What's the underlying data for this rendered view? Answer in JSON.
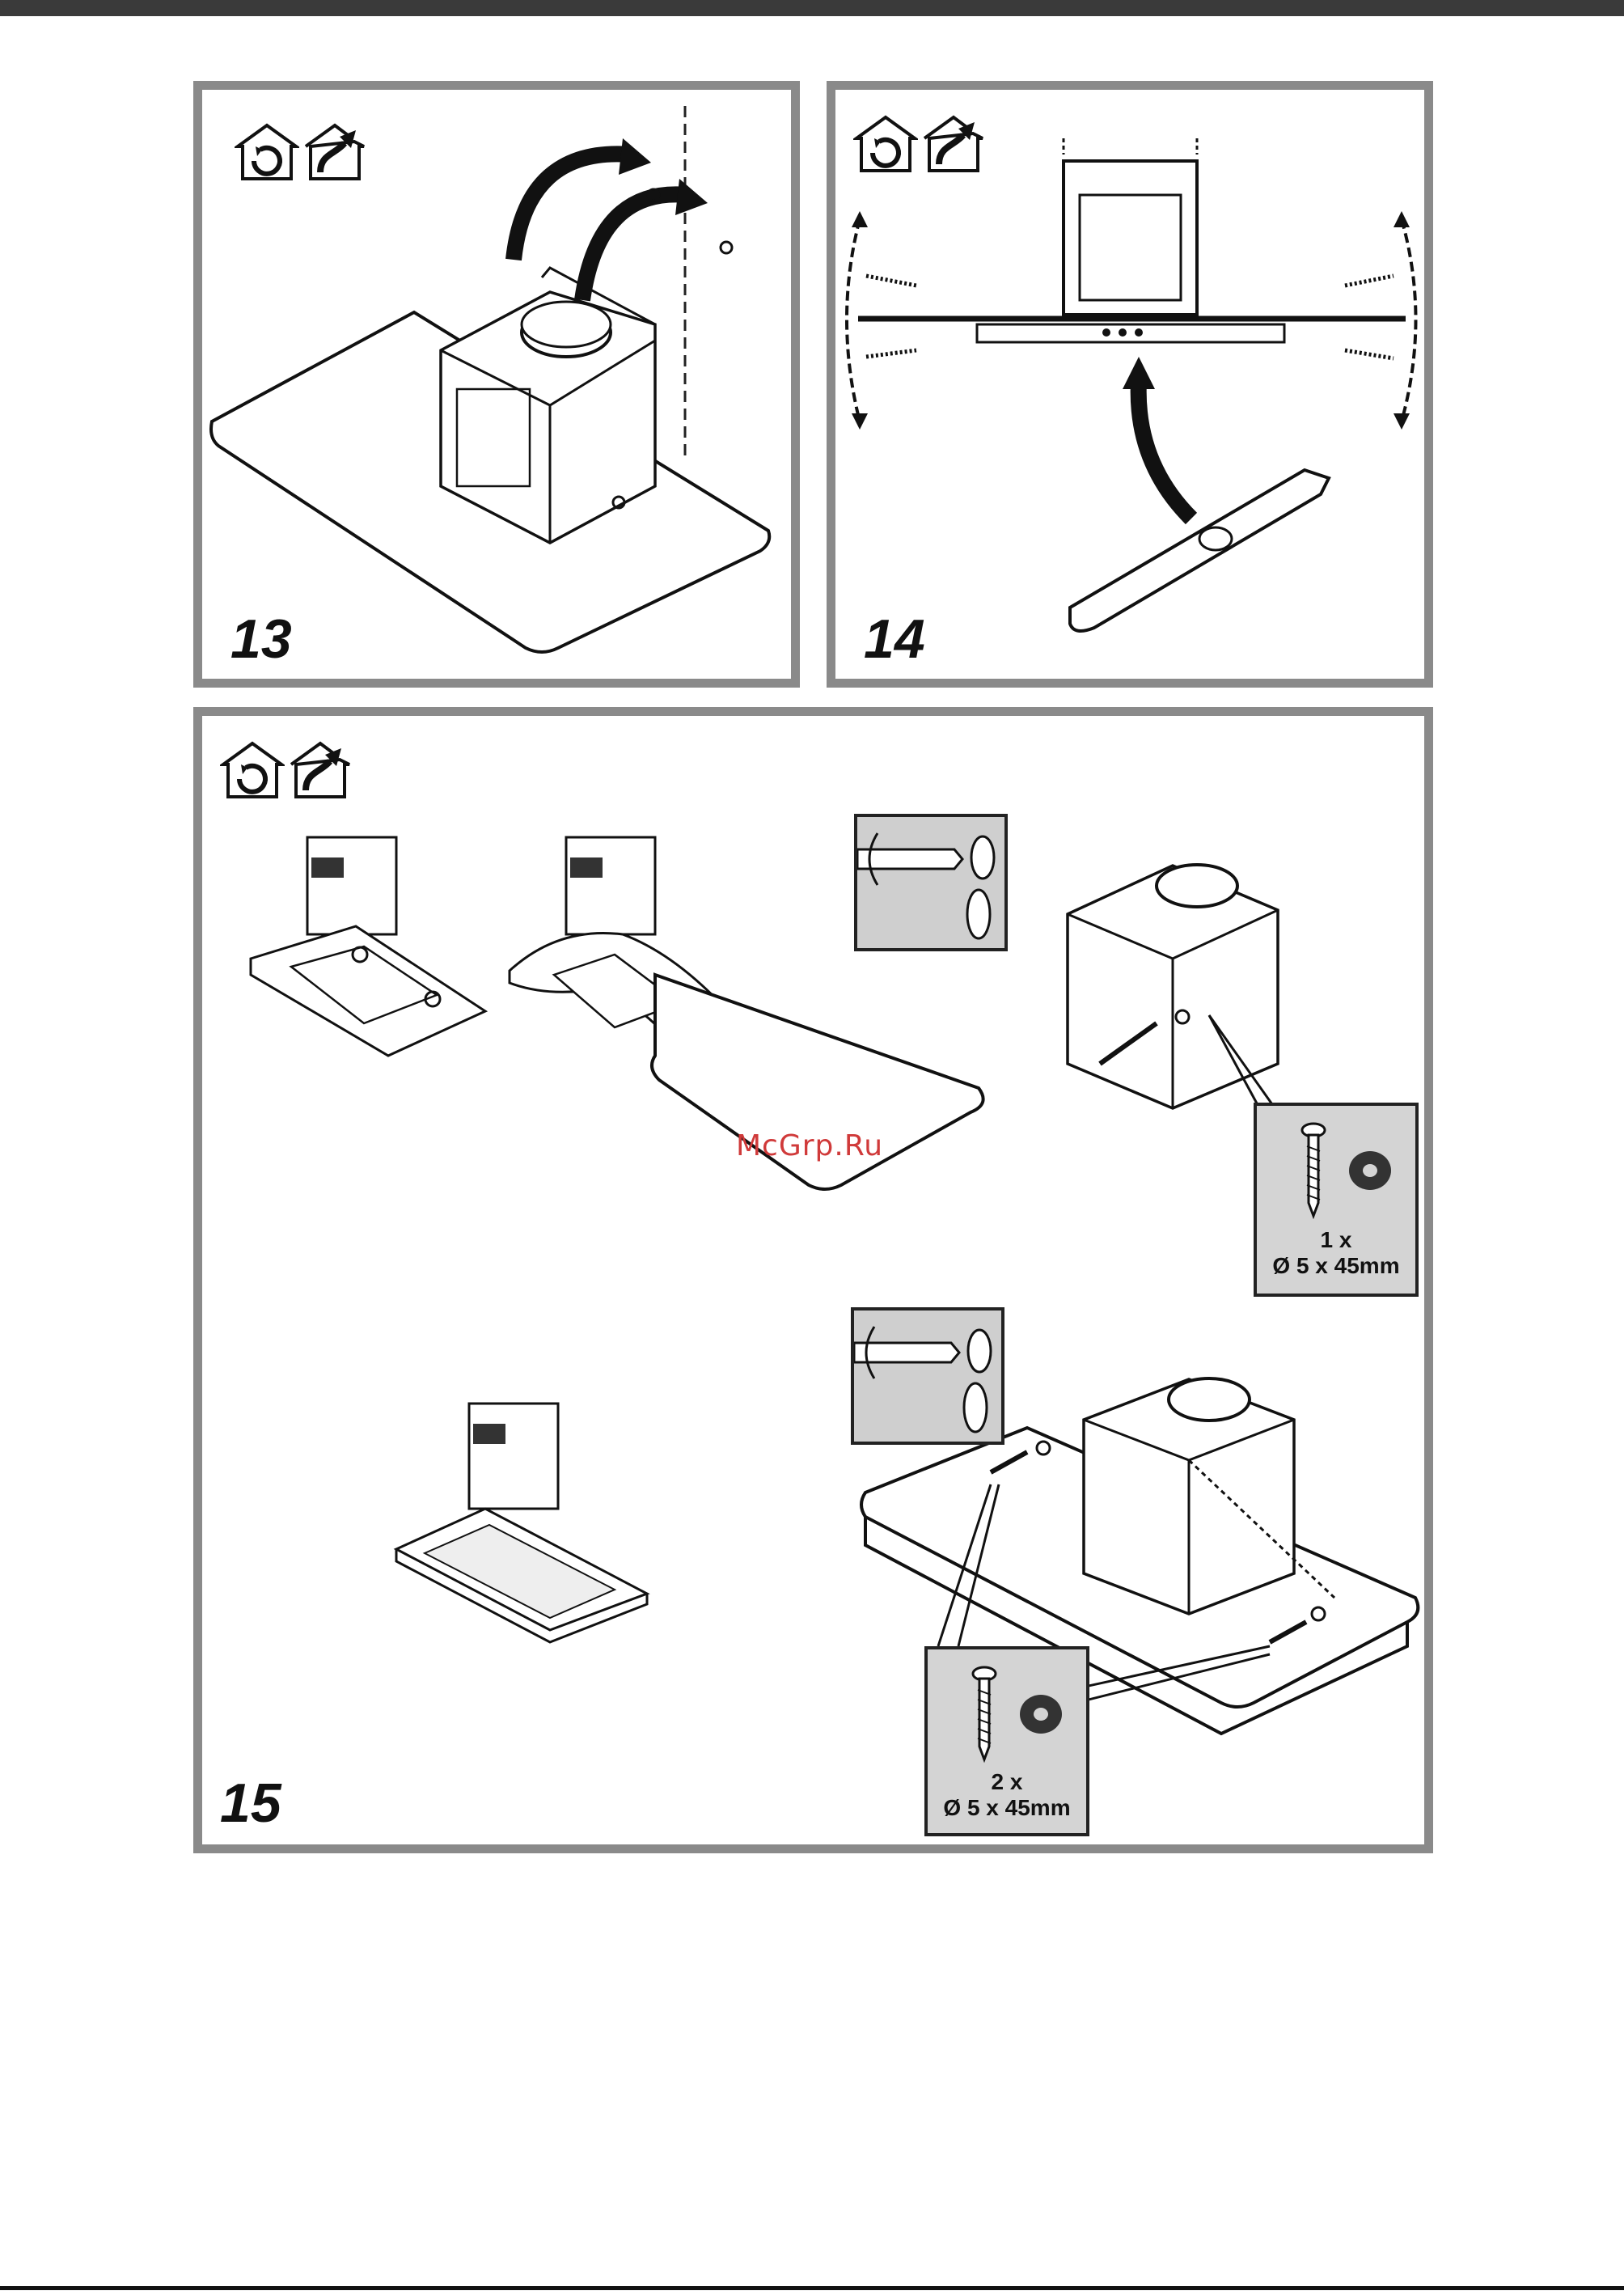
{
  "steps": {
    "s13": "13",
    "s14": "14",
    "s15": "15"
  },
  "watermark": "McGrp.Ru",
  "specs": {
    "single": {
      "qty": "1 x",
      "size": "Ø 5 x 45mm"
    },
    "double": {
      "qty": "2 x",
      "size": "Ø 5 x 45mm"
    }
  },
  "icons": [
    "recirculation-mode-icon",
    "extraction-mode-icon"
  ],
  "colors": {
    "frame": "#8a8a8a",
    "callout": "#d4d4d4",
    "watermark": "#d03a3a"
  }
}
